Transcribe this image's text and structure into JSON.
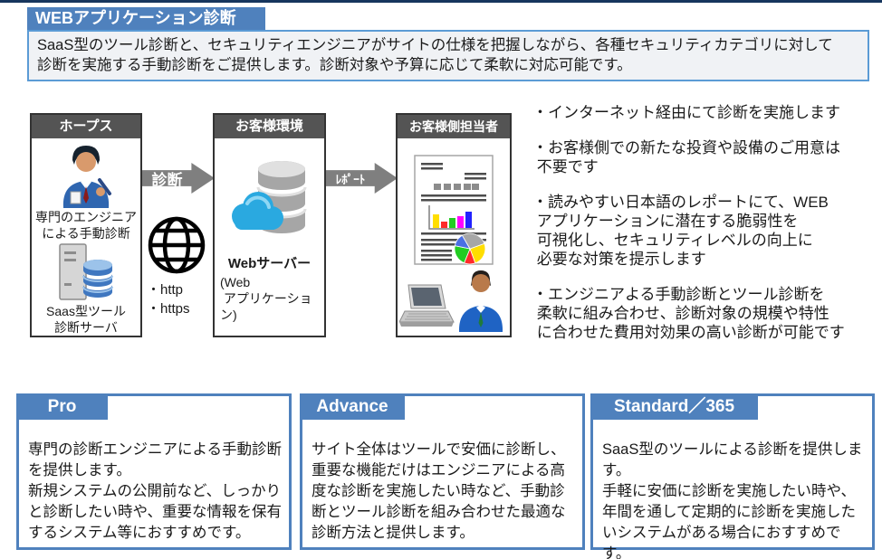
{
  "colors": {
    "accent_blue": "#4f81bd",
    "top_line_navy": "#17365d",
    "description_border_blue": "#5b9bd5",
    "diagram_header_gray": "#545454",
    "arrow_gray": "#7f7f7f"
  },
  "header": {
    "title": "WEBアプリケーション診断",
    "description": "SaaS型のツール診断と、セキュリティエンジニアがサイトの仕様を把握しながら、各種セキュリティカテゴリに対して\n診断を実施する手動診断をご提供します。診断対象や予算に応じて柔軟に対応可能です。"
  },
  "diagram": {
    "hopes": {
      "title": "ホープス",
      "engineer_label": "専門のエンジニア\nによる手動診断",
      "server_label": "Saas型ツール\n診断サーバ"
    },
    "arrow_diagnosis_label": "診断",
    "internet": {
      "protocols": "・http\n・https"
    },
    "customer_env": {
      "title": "お客様環境",
      "server_name": "Webサーバー",
      "server_note": "(Web\n アプリケーション)"
    },
    "arrow_report_label": "ﾚﾎﾟｰﾄ",
    "customer_rep": {
      "title": "お客様側担当者"
    }
  },
  "features": {
    "items": [
      {
        "text": "・インターネット経由にて診断を実施します"
      },
      {
        "text": "・お客様側での新たな投資や設備のご用意は\n 不要です"
      },
      {
        "text": "・読みやすい日本語のレポートにて、WEB\n アプリケーションに潜在する脆弱性を\n 可視化し、セキュリティレベルの向上に\n 必要な対策を提示します"
      },
      {
        "text": "・エンジニアよる手動診断とツール診断を\n 柔軟に組み合わせ、診断対象の規模や特性\n に合わせた費用対効果の高い診断が可能です"
      }
    ]
  },
  "plans": {
    "items": [
      {
        "name": "Pro",
        "description": "専門の診断エンジニアによる手動診断を提供します。\n新規システムの公開前など、しっかりと診断したい時や、重要な情報を保有するシステム等におすすめです。"
      },
      {
        "name": "Advance",
        "description": "サイト全体はツールで安価に診断し、重要な機能だけはエンジニアによる高度な診断を実施したい時など、手動診断とツール診断を組み合わせた最適な診断方法と提供します。"
      },
      {
        "name": "Standard／365",
        "description": "SaaS型のツールによる診断を提供します。\n手軽に安価に診断を実施したい時や、年間を通して定期的に診断を実施したいシステムがある場合におすすめです。"
      }
    ]
  }
}
